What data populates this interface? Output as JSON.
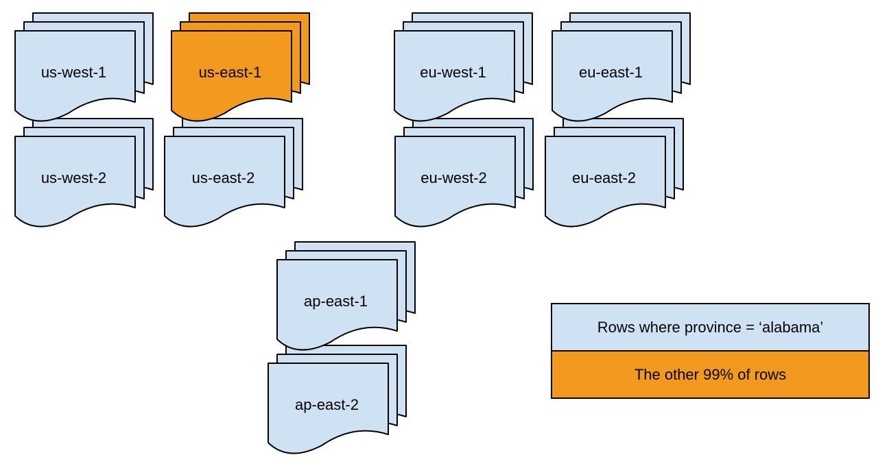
{
  "stacks": [
    {
      "label": "us-west-1",
      "variant": "blue"
    },
    {
      "label": "us-east-1",
      "variant": "orange"
    },
    {
      "label": "eu-west-1",
      "variant": "blue"
    },
    {
      "label": "eu-east-1",
      "variant": "blue"
    },
    {
      "label": "us-west-2",
      "variant": "blue"
    },
    {
      "label": "us-east-2",
      "variant": "blue"
    },
    {
      "label": "eu-west-2",
      "variant": "blue"
    },
    {
      "label": "eu-east-2",
      "variant": "blue"
    },
    {
      "label": "ap-east-1",
      "variant": "blue"
    },
    {
      "label": "ap-east-2",
      "variant": "blue"
    }
  ],
  "legend": {
    "items": [
      {
        "label": "Rows where province = ‘alabama’",
        "variant": "blue"
      },
      {
        "label": "The other 99% of rows",
        "variant": "orange"
      }
    ]
  },
  "colors": {
    "blue": "#cfe2f3",
    "orange": "#f2991e",
    "stroke": "#000000",
    "background": "#ffffff"
  }
}
